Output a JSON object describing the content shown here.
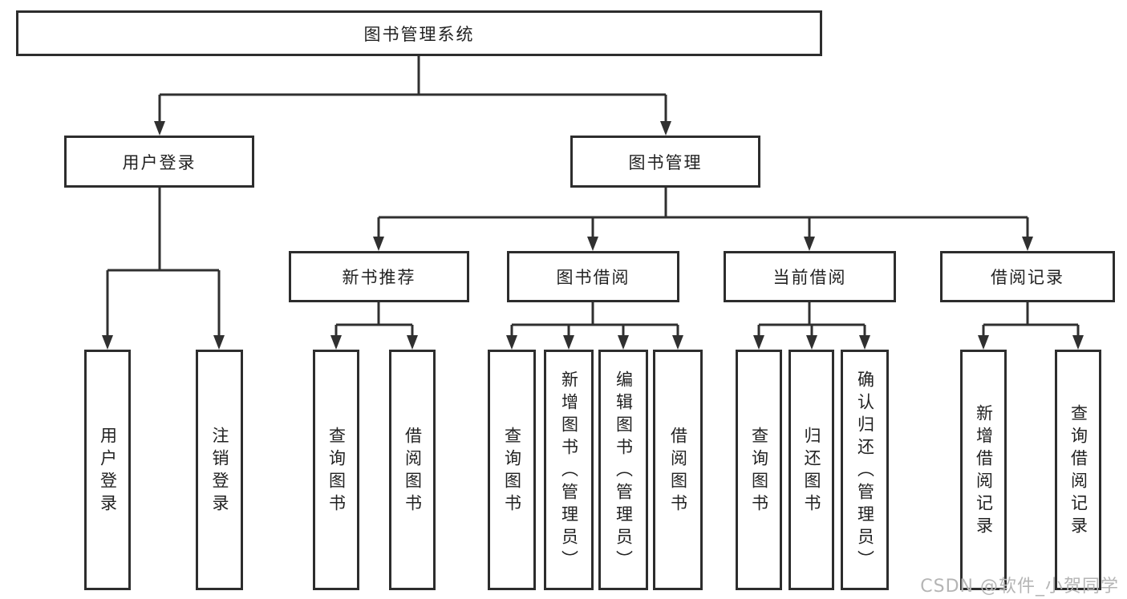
{
  "diagram": {
    "root": {
      "label": "图书管理系统"
    },
    "level2": [
      {
        "label": "用户登录",
        "leaves": [
          {
            "label": "用户登录"
          },
          {
            "label": "注销登录"
          }
        ]
      },
      {
        "label": "图书管理",
        "groups": [
          {
            "label": "新书推荐",
            "leaves": [
              {
                "label": "查询图书"
              },
              {
                "label": "借阅图书"
              }
            ]
          },
          {
            "label": "图书借阅",
            "leaves": [
              {
                "label": "查询图书"
              },
              {
                "label": "新增图书（管理员）"
              },
              {
                "label": "编辑图书（管理员）"
              },
              {
                "label": "借阅图书"
              }
            ]
          },
          {
            "label": "当前借阅",
            "leaves": [
              {
                "label": "查询图书"
              },
              {
                "label": "归还图书"
              },
              {
                "label": "确认归还（管理员）"
              }
            ]
          },
          {
            "label": "借阅记录",
            "leaves": [
              {
                "label": "新增借阅记录"
              },
              {
                "label": "查询借阅记录"
              }
            ]
          }
        ]
      }
    ]
  },
  "watermark": {
    "text": "CSDN @软件_小贺同学"
  },
  "colors": {
    "line": "#303030",
    "box_border": "#2d2d2d",
    "box_fill": "#ffffff",
    "text": "#222222",
    "watermark": "#b5b5b5",
    "background": "#ffffff"
  }
}
